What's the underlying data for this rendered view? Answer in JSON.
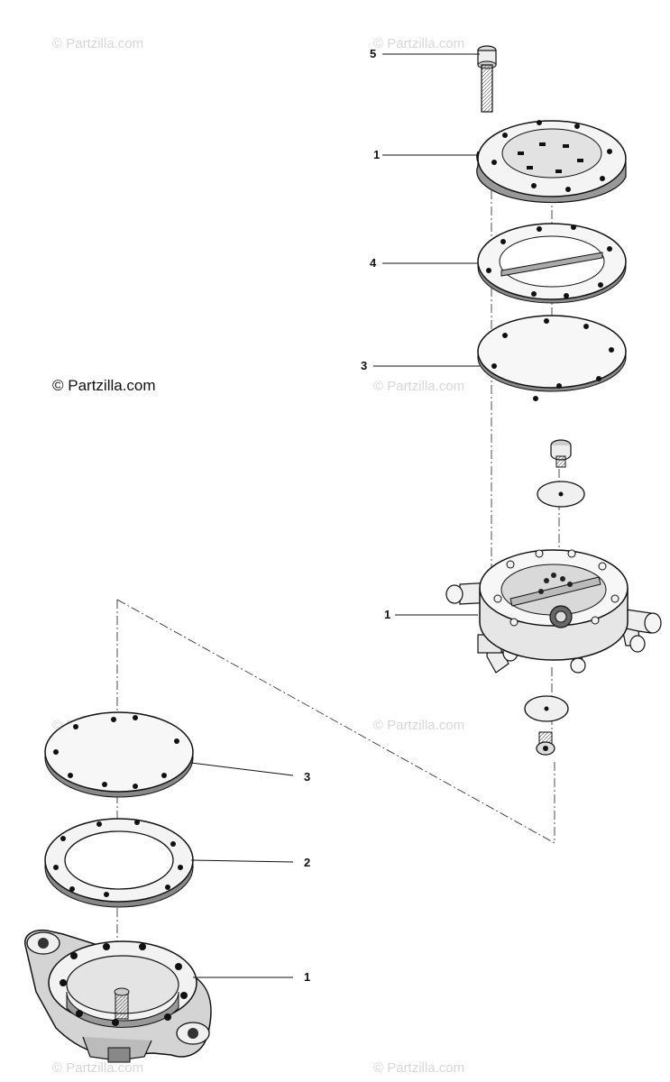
{
  "copyright": "© Partzilla.com",
  "watermark": "© Partzilla.com",
  "callouts": {
    "top_bolt": "5",
    "top_cover": "1",
    "top_gasket": "4",
    "top_diaphragm": "3",
    "pump_body": "1",
    "lower_diaphragm": "3",
    "lower_gasket": "2",
    "lower_base": "1"
  },
  "colors": {
    "ink": "#111111",
    "watermark": "#d7d7d7",
    "background": "#ffffff"
  }
}
